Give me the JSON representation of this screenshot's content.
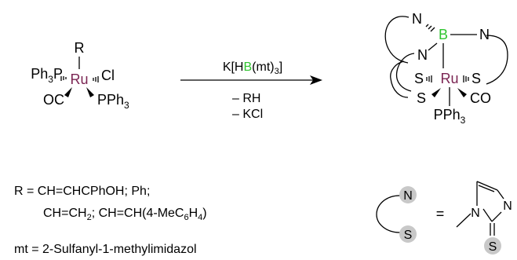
{
  "reactant": {
    "r_label": "R",
    "metal": "Ru",
    "left_ligand_main": "Ph",
    "left_ligand_sub": "3",
    "left_ligand_end": "P",
    "chloride": "Cl",
    "carbonyl": "OC",
    "bottom_ligand_main": "PPh",
    "bottom_ligand_sub": "3"
  },
  "arrow": {
    "reagent_pre": "K[H",
    "reagent_boron": "B",
    "reagent_post": "(mt)",
    "reagent_sub": "3",
    "reagent_close": "]",
    "byproduct_1": "– RH",
    "byproduct_2": "– KCl"
  },
  "product": {
    "metal": "Ru",
    "boron": "B",
    "n_top": "N",
    "n_right": "N",
    "n_left": "N",
    "s_left": "S",
    "s_right": "S",
    "s_bottom": "S",
    "carbonyl": "CO",
    "phosphine_main": "PPh",
    "phosphine_sub": "3"
  },
  "r_definitions": {
    "line1": "R = CH=CHCPhOH; Ph;",
    "line2_a": "CH=CH",
    "line2_b": "2",
    "line2_c": "; CH=CH(4-MeC",
    "line2_d": "6",
    "line2_e": "H",
    "line2_f": "4",
    "line2_g": ")"
  },
  "mt_definition": "mt = 2-Sulfanyl-1-methylimidazol",
  "legend": {
    "n_label": "N",
    "s_label": "S",
    "equals": "=",
    "ring_n1": "N",
    "ring_n2": "N",
    "ring_s": "S"
  },
  "colors": {
    "ruthenium": "#7b2553",
    "boron": "#2fc42f",
    "atom_highlight": "#c8c8c8"
  }
}
